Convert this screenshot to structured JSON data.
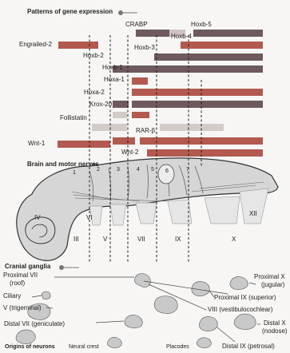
{
  "sections": {
    "gene_expression": "Patterns of gene expression",
    "brain_motor": "Brain and motor nerves",
    "cranial_ganglia": "Cranial ganglia",
    "origins": "Origins of neurons"
  },
  "genes": {
    "crabp": "CRABP",
    "hoxb5": "Hoxb-5",
    "hoxb4": "Hoxb-4",
    "hoxb3": "Hoxb-3",
    "engrailed2": "Engrailed-2",
    "hoxb2": "Hoxb-2",
    "hoxb1": "Hoxb-1",
    "hoxa1": "Hoxa-1",
    "hoxa2": "Hoxa-2",
    "krox20": "Krox-20",
    "follistatin": "Follistatin",
    "rarb": "RAR-β",
    "wnt1": "Wnt-1",
    "wnt2": "Wnt-2"
  },
  "brain": {
    "segments": [
      "1",
      "2",
      "3",
      "4",
      "5",
      "6",
      "7"
    ],
    "nerve_xii": "XII",
    "nerve_iv": "IV",
    "nerve_vi": "VI",
    "bottom_nerves": [
      "III",
      "V",
      "VII",
      "IX",
      "X"
    ]
  },
  "ganglia": {
    "proximal_vii": "Proximal VII",
    "proximal_vii_sub": "(roof)",
    "ciliary": "Ciliary",
    "v_trigeminal": "V (trigeminal)",
    "distal_vii": "Distal VII (geniculate)",
    "proximal_x": "Proximal X",
    "proximal_x_sub": "(jugular)",
    "proximal_ix": "Proximal IX (superior)",
    "viii": "VIII (vestibulocochlear)",
    "distal_x": "Distal X",
    "distal_x_sub": "(nodose)",
    "distal_ix": "Distal IX (petrosal)"
  },
  "legend": {
    "neural_crest": "Neural crest",
    "placodes": "Placodes"
  },
  "colors": {
    "dark_bar": "#6e5a5c",
    "red_bar": "#b3594f",
    "light_bar": "#d2cbc8",
    "embryo_fill": "#d6d6d6",
    "outline": "#333333"
  }
}
